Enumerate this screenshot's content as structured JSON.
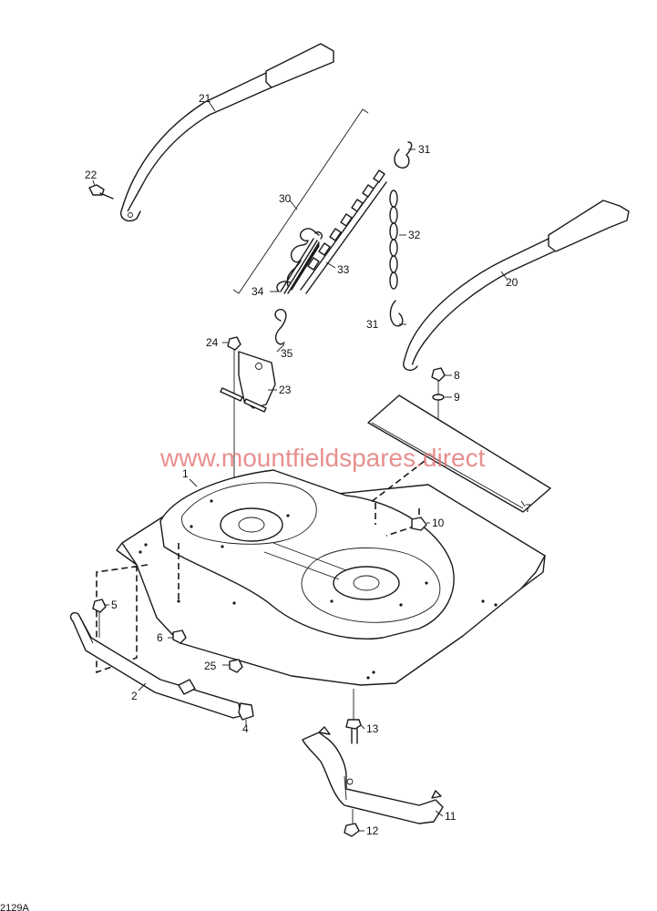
{
  "watermark": {
    "text": "www.mountfieldspares.direct",
    "color": "#e06a6a"
  },
  "drawing_code": "2129A",
  "callouts": [
    {
      "id": "c1",
      "text": "1"
    },
    {
      "id": "c2",
      "text": "2"
    },
    {
      "id": "c4",
      "text": "4"
    },
    {
      "id": "c5",
      "text": "5"
    },
    {
      "id": "c6",
      "text": "6"
    },
    {
      "id": "c7",
      "text": "7"
    },
    {
      "id": "c8",
      "text": "8"
    },
    {
      "id": "c9",
      "text": "9"
    },
    {
      "id": "c10",
      "text": "10"
    },
    {
      "id": "c11",
      "text": "11"
    },
    {
      "id": "c12",
      "text": "12"
    },
    {
      "id": "c13",
      "text": "13"
    },
    {
      "id": "c20",
      "text": "20"
    },
    {
      "id": "c21",
      "text": "21"
    },
    {
      "id": "c22",
      "text": "22"
    },
    {
      "id": "c23",
      "text": "23"
    },
    {
      "id": "c24",
      "text": "24"
    },
    {
      "id": "c25",
      "text": "25"
    },
    {
      "id": "c30",
      "text": "30"
    },
    {
      "id": "c31a",
      "text": "31"
    },
    {
      "id": "c31b",
      "text": "31"
    },
    {
      "id": "c32",
      "text": "32"
    },
    {
      "id": "c33",
      "text": "33"
    },
    {
      "id": "c34",
      "text": "34"
    },
    {
      "id": "c35",
      "text": "35"
    }
  ]
}
